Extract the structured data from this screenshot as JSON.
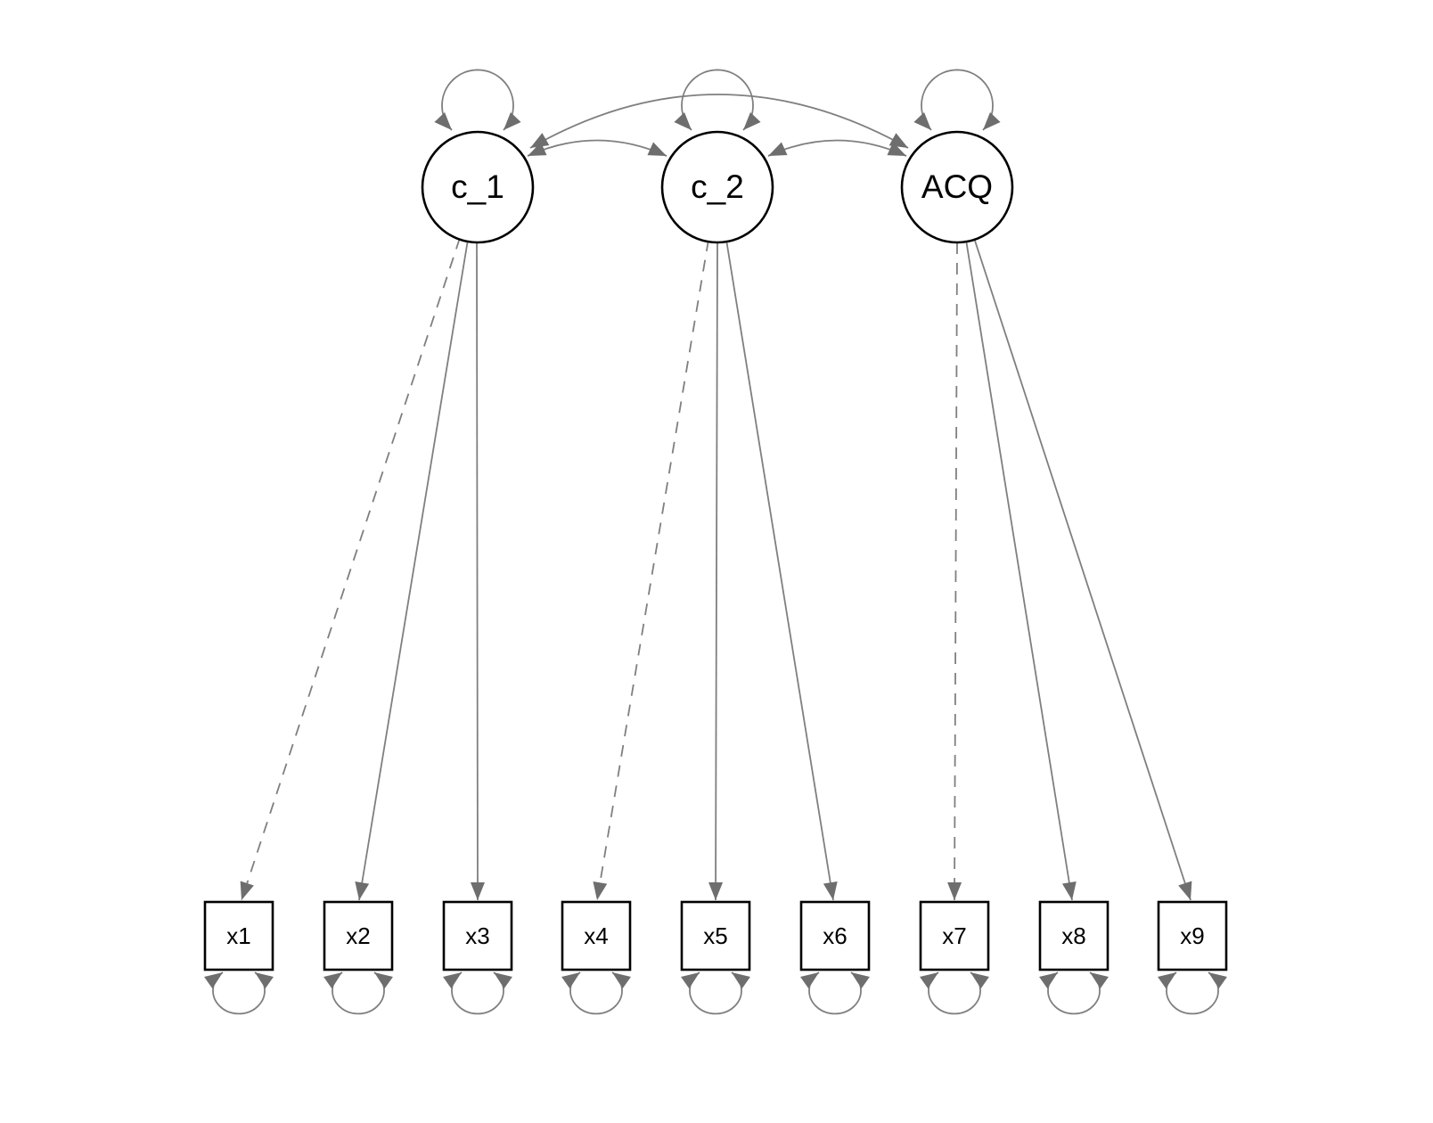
{
  "diagram": {
    "type": "sem-path-diagram",
    "background_color": "#ffffff",
    "colors": {
      "edge": "#7f7f7f",
      "arrowhead": "#6e6e6e",
      "node_border": "#000000",
      "node_fill": "#ffffff",
      "label": "#000000"
    },
    "latent_nodes": [
      {
        "id": "c_1",
        "label": "c_1",
        "shape": "circle"
      },
      {
        "id": "c_2",
        "label": "c_2",
        "shape": "circle"
      },
      {
        "id": "ACQ",
        "label": "ACQ",
        "shape": "circle"
      }
    ],
    "observed_nodes": [
      {
        "id": "x1",
        "label": "x1",
        "shape": "square"
      },
      {
        "id": "x2",
        "label": "x2",
        "shape": "square"
      },
      {
        "id": "x3",
        "label": "x3",
        "shape": "square"
      },
      {
        "id": "x4",
        "label": "x4",
        "shape": "square"
      },
      {
        "id": "x5",
        "label": "x5",
        "shape": "square"
      },
      {
        "id": "x6",
        "label": "x6",
        "shape": "square"
      },
      {
        "id": "x7",
        "label": "x7",
        "shape": "square"
      },
      {
        "id": "x8",
        "label": "x8",
        "shape": "square"
      },
      {
        "id": "x9",
        "label": "x9",
        "shape": "square"
      }
    ],
    "edges": {
      "loadings": [
        {
          "from": "c_1",
          "to": "x1",
          "line_style": "dashed",
          "arrow": "single"
        },
        {
          "from": "c_1",
          "to": "x2",
          "line_style": "solid",
          "arrow": "single"
        },
        {
          "from": "c_1",
          "to": "x3",
          "line_style": "solid",
          "arrow": "single"
        },
        {
          "from": "c_2",
          "to": "x4",
          "line_style": "dashed",
          "arrow": "single"
        },
        {
          "from": "c_2",
          "to": "x5",
          "line_style": "solid",
          "arrow": "single"
        },
        {
          "from": "c_2",
          "to": "x6",
          "line_style": "solid",
          "arrow": "single"
        },
        {
          "from": "ACQ",
          "to": "x7",
          "line_style": "dashed",
          "arrow": "single"
        },
        {
          "from": "ACQ",
          "to": "x8",
          "line_style": "solid",
          "arrow": "single"
        },
        {
          "from": "ACQ",
          "to": "x9",
          "line_style": "solid",
          "arrow": "single"
        }
      ],
      "covariances": [
        {
          "between": [
            "c_1",
            "c_2"
          ],
          "arrow": "double"
        },
        {
          "between": [
            "c_2",
            "ACQ"
          ],
          "arrow": "double"
        },
        {
          "between": [
            "c_1",
            "ACQ"
          ],
          "arrow": "double"
        }
      ],
      "variances": [
        {
          "node": "c_1",
          "arrow": "double-self-loop",
          "position": "top"
        },
        {
          "node": "c_2",
          "arrow": "double-self-loop",
          "position": "top"
        },
        {
          "node": "ACQ",
          "arrow": "double-self-loop",
          "position": "top"
        },
        {
          "node": "x1",
          "arrow": "double-self-loop",
          "position": "bottom"
        },
        {
          "node": "x2",
          "arrow": "double-self-loop",
          "position": "bottom"
        },
        {
          "node": "x3",
          "arrow": "double-self-loop",
          "position": "bottom"
        },
        {
          "node": "x4",
          "arrow": "double-self-loop",
          "position": "bottom"
        },
        {
          "node": "x5",
          "arrow": "double-self-loop",
          "position": "bottom"
        },
        {
          "node": "x6",
          "arrow": "double-self-loop",
          "position": "bottom"
        },
        {
          "node": "x7",
          "arrow": "double-self-loop",
          "position": "bottom"
        },
        {
          "node": "x8",
          "arrow": "double-self-loop",
          "position": "bottom"
        },
        {
          "node": "x9",
          "arrow": "double-self-loop",
          "position": "bottom"
        }
      ]
    }
  }
}
